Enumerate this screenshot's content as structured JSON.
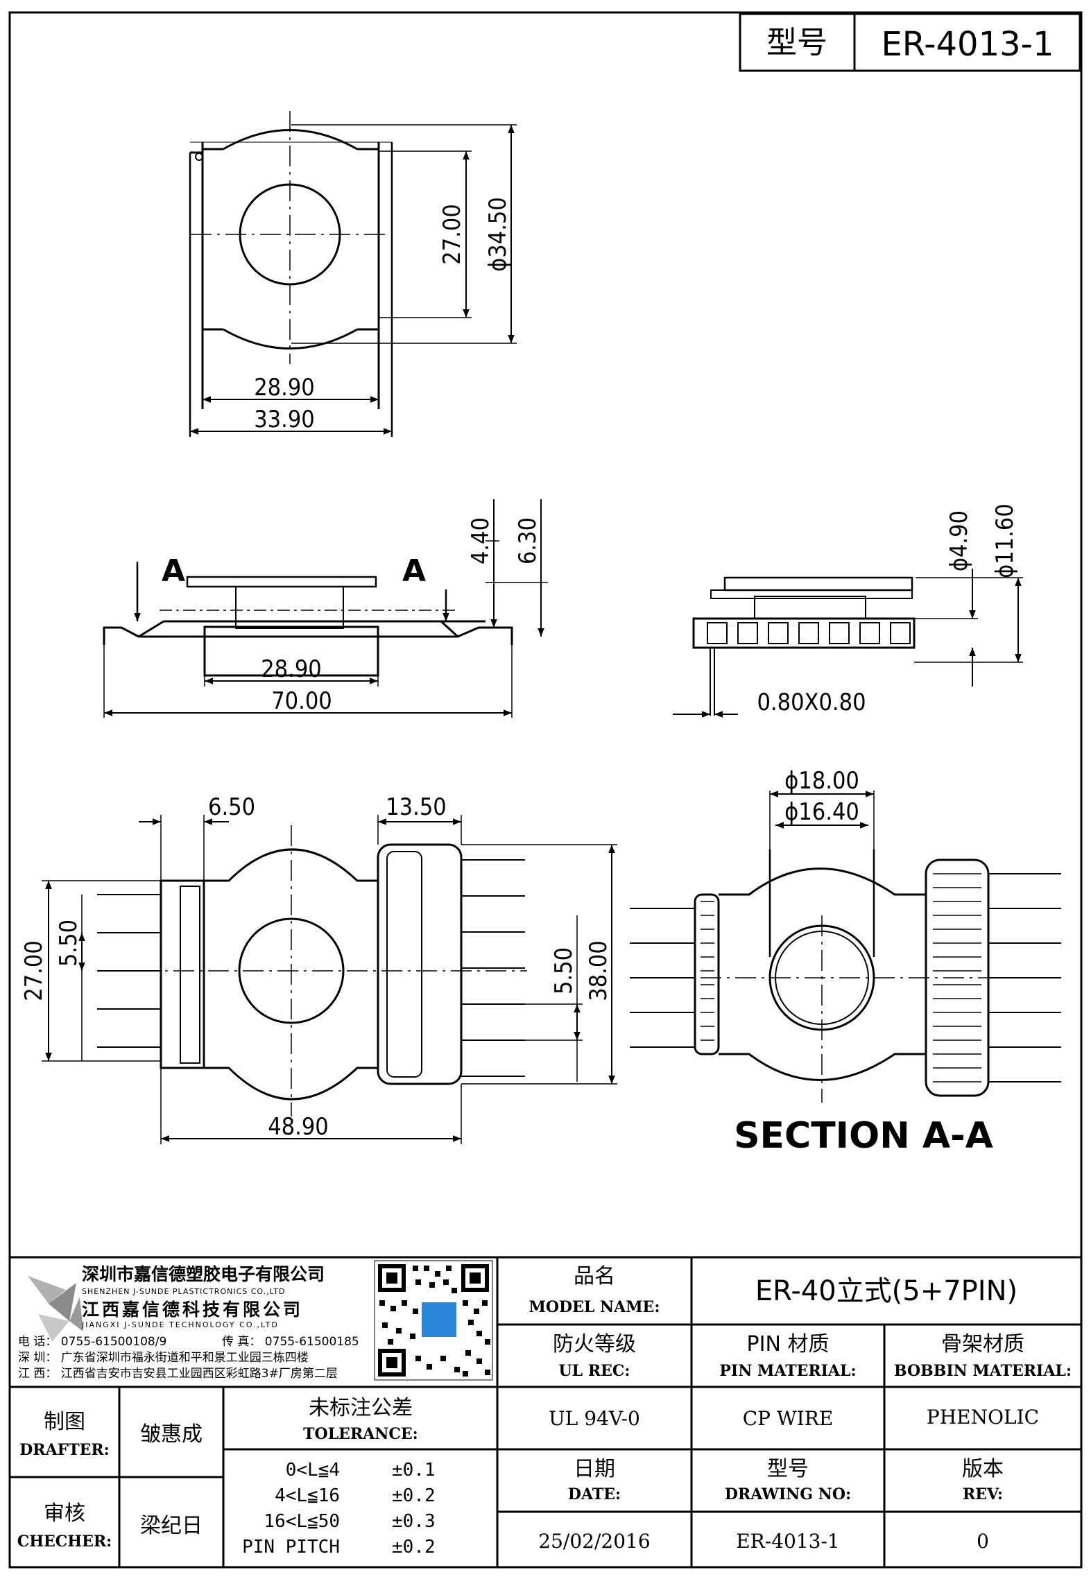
{
  "header": {
    "model_label": "型号",
    "model_value": "ER-4013-1"
  },
  "top_view": {
    "dim_a": "27.00",
    "dim_b": "ϕ34.50",
    "dim_c": "28.90",
    "dim_d": "33.90"
  },
  "side_view": {
    "section_mark_left": "A",
    "section_mark_right": "A",
    "dim_e": "4.40",
    "dim_f": "6.30",
    "dim_g": "28.90",
    "dim_h": "70.00"
  },
  "end_view": {
    "dim_i": "ϕ4.90",
    "dim_j": "ϕ11.60",
    "dim_k": "0.80X0.80"
  },
  "bottom_view": {
    "dim_l": "6.50",
    "dim_m": "13.50",
    "dim_n": "27.00",
    "dim_o": "5.50",
    "dim_p": "5.50",
    "dim_q": "38.00",
    "dim_r": "48.90"
  },
  "section_view": {
    "dim_s": "ϕ18.00",
    "dim_t": "ϕ16.40",
    "caption": "SECTION A-A"
  },
  "company": {
    "name_cn_1": "深圳市嘉信德塑胶电子有限公司",
    "name_en_1": "SHENZHEN J-SUNDE PLASTICTRONICS CO.,LTD",
    "name_cn_2": "江西嘉信德科技有限公司",
    "name_en_2": "JIANGXI J-SUNDE TECHNOLOGY CO.,LTD",
    "phone": "电 话： 0755-61500108/9",
    "fax": "传 真： 0755-61500185",
    "addr_sz": "深 圳： 广东省深圳市福永街道和平和景工业园三栋四楼",
    "addr_jx": "江 西： 江西省吉安市吉安县工业园西区彩虹路3#厂房第二层"
  },
  "title_block": {
    "model_name_cn": "品名",
    "model_name_en": "MODEL NAME:",
    "model_name_value": "ER-40立式(5+7PIN)",
    "ul_cn": "防火等级",
    "ul_en": "UL REC:",
    "ul_value": "UL 94V-0",
    "pin_cn": "PIN 材质",
    "pin_en": "PIN MATERIAL:",
    "pin_value": "CP WIRE",
    "bobbin_cn": "骨架材质",
    "bobbin_en": "BOBBIN MATERIAL:",
    "bobbin_value": "PHENOLIC",
    "date_cn": "日期",
    "date_en": "DATE:",
    "date_value": "25/02/2016",
    "drawing_cn": "型号",
    "drawing_en": "DRAWING NO:",
    "drawing_value": "ER-4013-1",
    "rev_cn": "版本",
    "rev_en": "REV:",
    "rev_value": "0",
    "drafter_cn": "制图",
    "drafter_en": "DRAFTER:",
    "drafter_name": "皱惠成",
    "checker_cn": "审核",
    "checker_en": "CHECHER:",
    "checker_name": "梁纪日",
    "tolerance_cn": "未标注公差",
    "tolerance_en": "TOLERANCE:",
    "tolerances": [
      {
        "range": "0<L≦4",
        "value": "±0.1"
      },
      {
        "range": "4<L≦16",
        "value": "±0.2"
      },
      {
        "range": "16<L≦50",
        "value": "±0.3"
      },
      {
        "range": "PIN PITCH",
        "value": "±0.2"
      }
    ]
  }
}
